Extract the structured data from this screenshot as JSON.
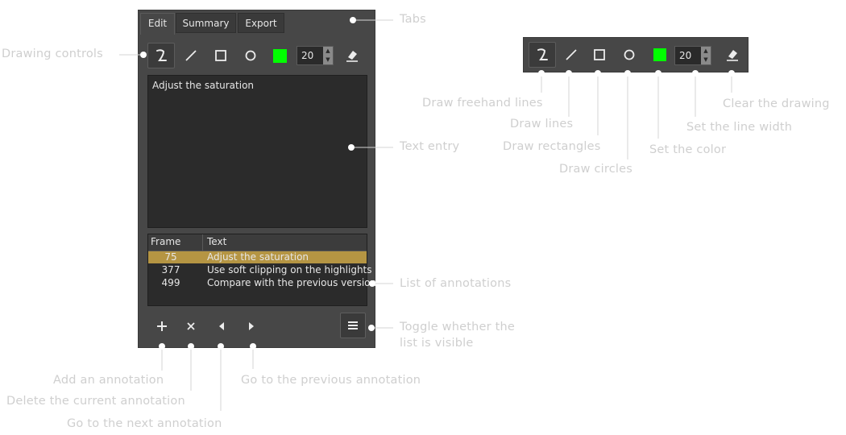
{
  "tabs": [
    {
      "label": "Edit",
      "active": true
    },
    {
      "label": "Summary",
      "active": false
    },
    {
      "label": "Export",
      "active": false
    }
  ],
  "tools": [
    {
      "name": "freehand",
      "icon": "freehand-icon"
    },
    {
      "name": "line",
      "icon": "line-icon"
    },
    {
      "name": "rectangle",
      "icon": "rectangle-icon"
    },
    {
      "name": "circle",
      "icon": "circle-icon"
    }
  ],
  "color": "#00ff00",
  "line_width": "20",
  "text_entry": "Adjust the saturation",
  "list": {
    "headers": {
      "frame": "Frame",
      "text": "Text"
    },
    "rows": [
      {
        "frame": "75",
        "text": "Adjust the saturation",
        "selected": true
      },
      {
        "frame": "377",
        "text": "Use soft clipping on the highlights",
        "selected": false
      },
      {
        "frame": "499",
        "text": "Compare with the previous version",
        "selected": false
      }
    ],
    "selected_color": "#b59543"
  },
  "callouts": {
    "tabs": "Tabs",
    "drawing_controls": "Drawing controls",
    "text_entry": "Text entry",
    "list": "List of annotations",
    "toggle_line1": "Toggle whether the",
    "toggle_line2": "list is visible",
    "add": "Add an annotation",
    "delete": "Delete the current annotation",
    "next": "Go to the next annotation",
    "previous": "Go to the previous annotation",
    "freehand": "Draw freehand lines",
    "lines": "Draw lines",
    "rectangles": "Draw rectangles",
    "circles": "Draw circles",
    "color": "Set the color",
    "width": "Set the line width",
    "clear": "Clear the drawing"
  }
}
